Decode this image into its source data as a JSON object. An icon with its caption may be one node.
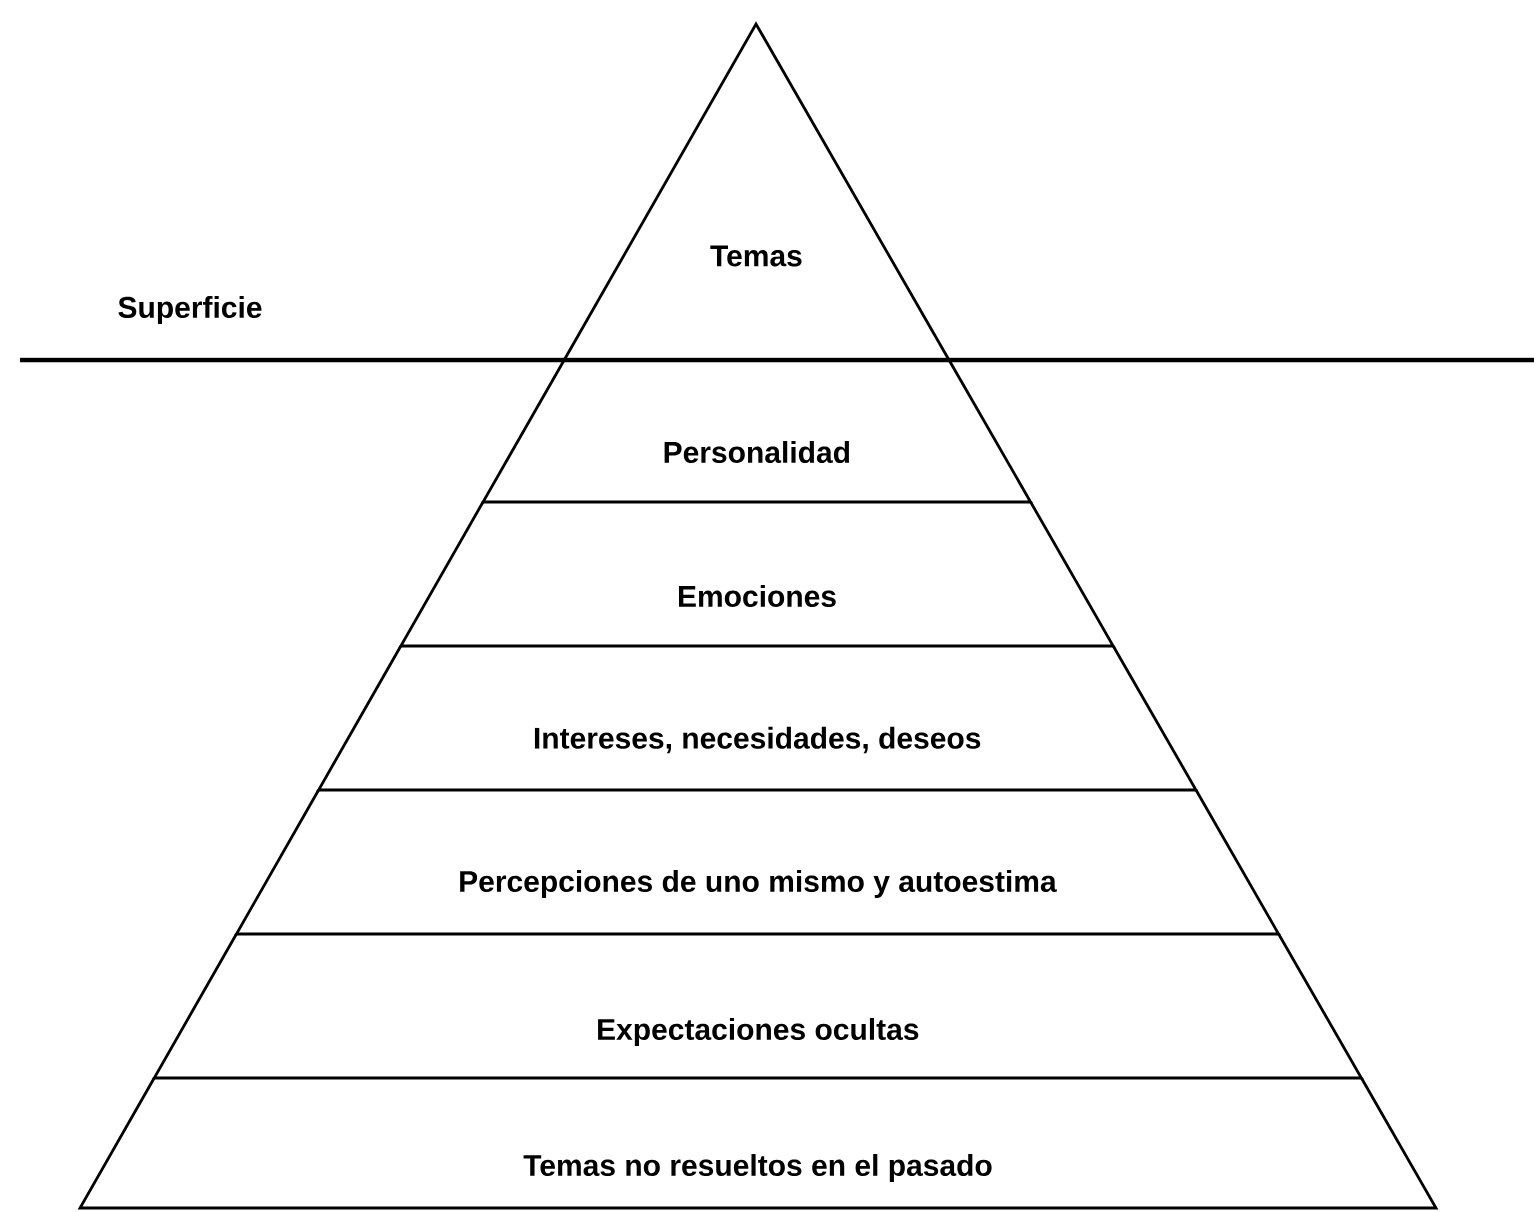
{
  "diagram": {
    "nodes": [
      {
        "text": [
          "Temas"
        ]
      },
      {
        "text": [
          "Personalidad"
        ]
      },
      {
        "text": [
          "Emociones"
        ]
      },
      {
        "text": [
          "Intereses, necesidades, deseos"
        ]
      },
      {
        "text": [
          "Percepciones de uno mismo y autoestima"
        ]
      },
      {
        "text": [
          "Expectaciones ocultas"
        ]
      },
      {
        "text": [
          "Temas no resueltos en el pasado"
        ]
      }
    ],
    "labels": [
      "Superficie"
    ]
  }
}
